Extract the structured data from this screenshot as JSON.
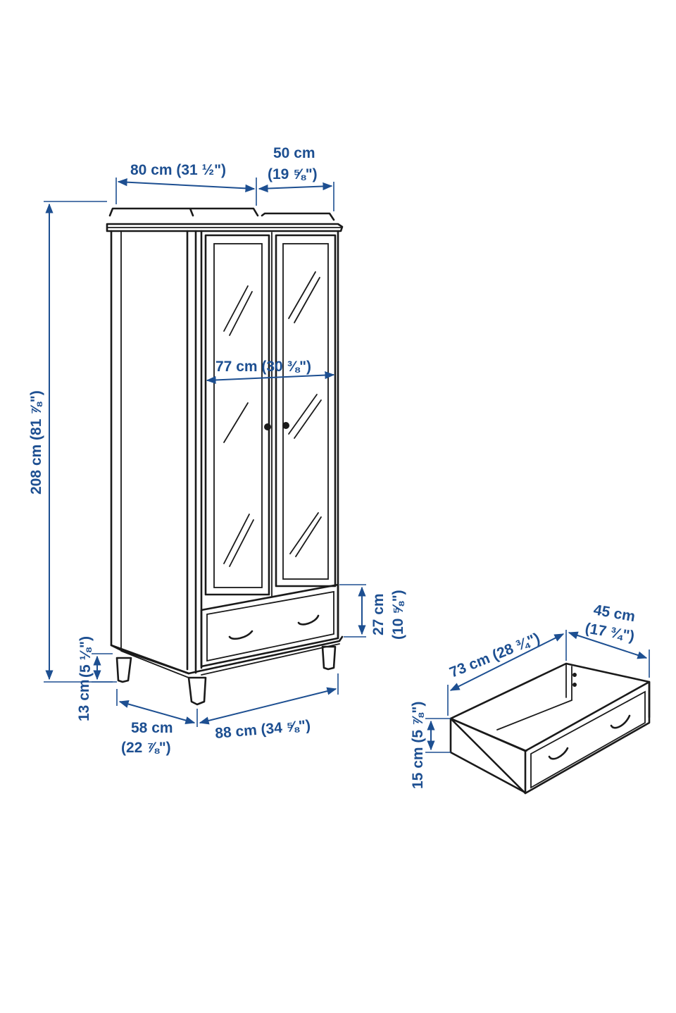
{
  "colors": {
    "dimension": "#1d4f91",
    "ink": "#1a1a1a",
    "background": "#ffffff"
  },
  "wardrobe": {
    "width_label": "80 cm (31 ½\")",
    "depth_cm": "50 cm",
    "depth_in": "(19 ⅝\")",
    "height_label": "208 cm (81 ⅞\")",
    "inner_width_label": "77 cm (30 ⅜\")",
    "drawer_front_cm": "27 cm",
    "drawer_front_in": "(10 ⅝\")",
    "leg_height_cm": "13 cm",
    "leg_height_in": "(5 ⅛\")",
    "base_depth_cm": "58 cm",
    "base_depth_in": "(22 ⅞\")",
    "base_width_label": "88 cm (34 ⅝\")"
  },
  "drawer": {
    "depth_cm": "45 cm",
    "depth_in": "(17 ¾\")",
    "width_label": "73 cm (28 ¾\")",
    "height_label": "15 cm (5 ⅞\")"
  }
}
